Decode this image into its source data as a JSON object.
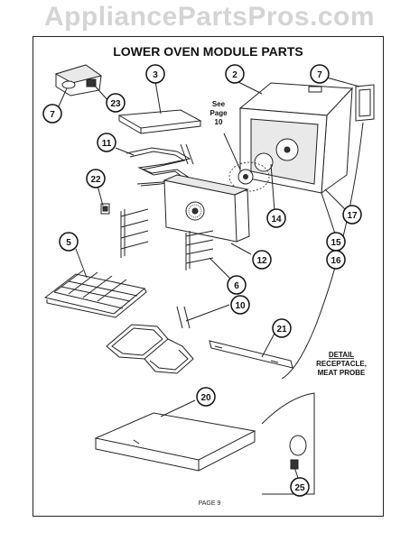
{
  "watermark": "AppliancePartsPros.com",
  "title": "LOWER OVEN MODULE PARTS",
  "page_label": "PAGE 9",
  "see_page_note": [
    "See",
    "Page",
    "10"
  ],
  "detail_note": [
    "DETAIL",
    "RECEPTACLE,",
    "MEAT PROBE"
  ],
  "callouts": [
    "7",
    "23",
    "3",
    "2",
    "7",
    "11",
    "22",
    "14",
    "17",
    "15",
    "16",
    "5",
    "12",
    "6",
    "10",
    "21",
    "20",
    "25"
  ]
}
